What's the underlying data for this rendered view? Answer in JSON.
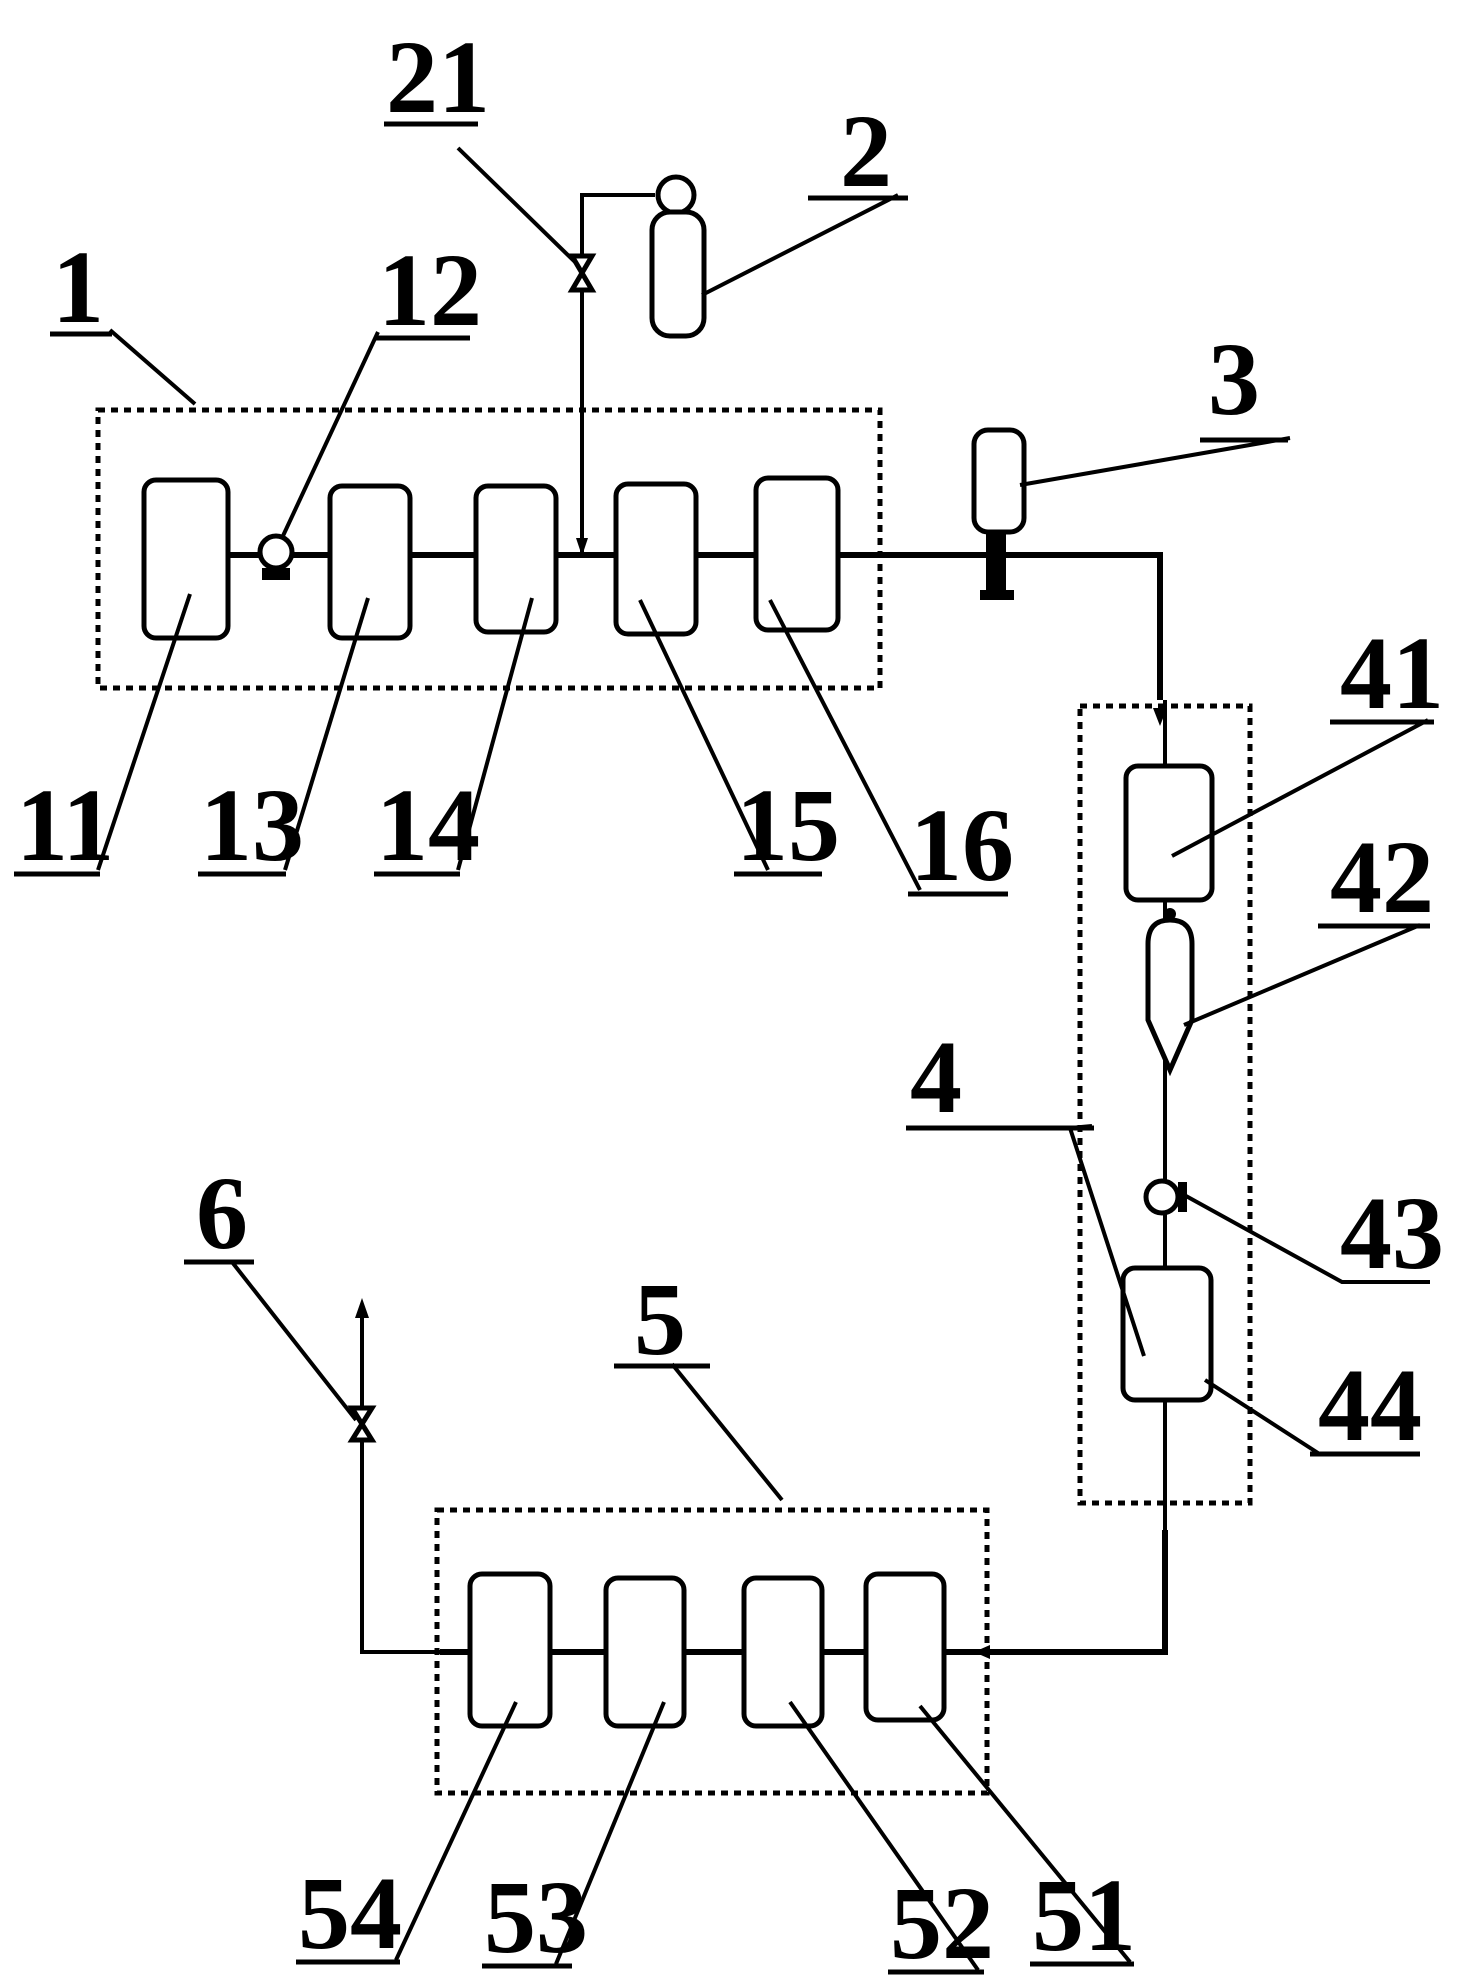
{
  "diagram": {
    "labels": {
      "l1": "1",
      "l2": "2",
      "l3": "3",
      "l4": "4",
      "l5": "5",
      "l6": "6",
      "l11": "11",
      "l12": "12",
      "l13": "13",
      "l14": "14",
      "l15": "15",
      "l16": "16",
      "l21": "21",
      "l41": "41",
      "l42": "42",
      "l43": "43",
      "l44": "44",
      "l51": "51",
      "l52": "52",
      "l53": "53",
      "l54": "54"
    },
    "colors": {
      "ink": "#000000",
      "paper": "#ffffff"
    }
  }
}
